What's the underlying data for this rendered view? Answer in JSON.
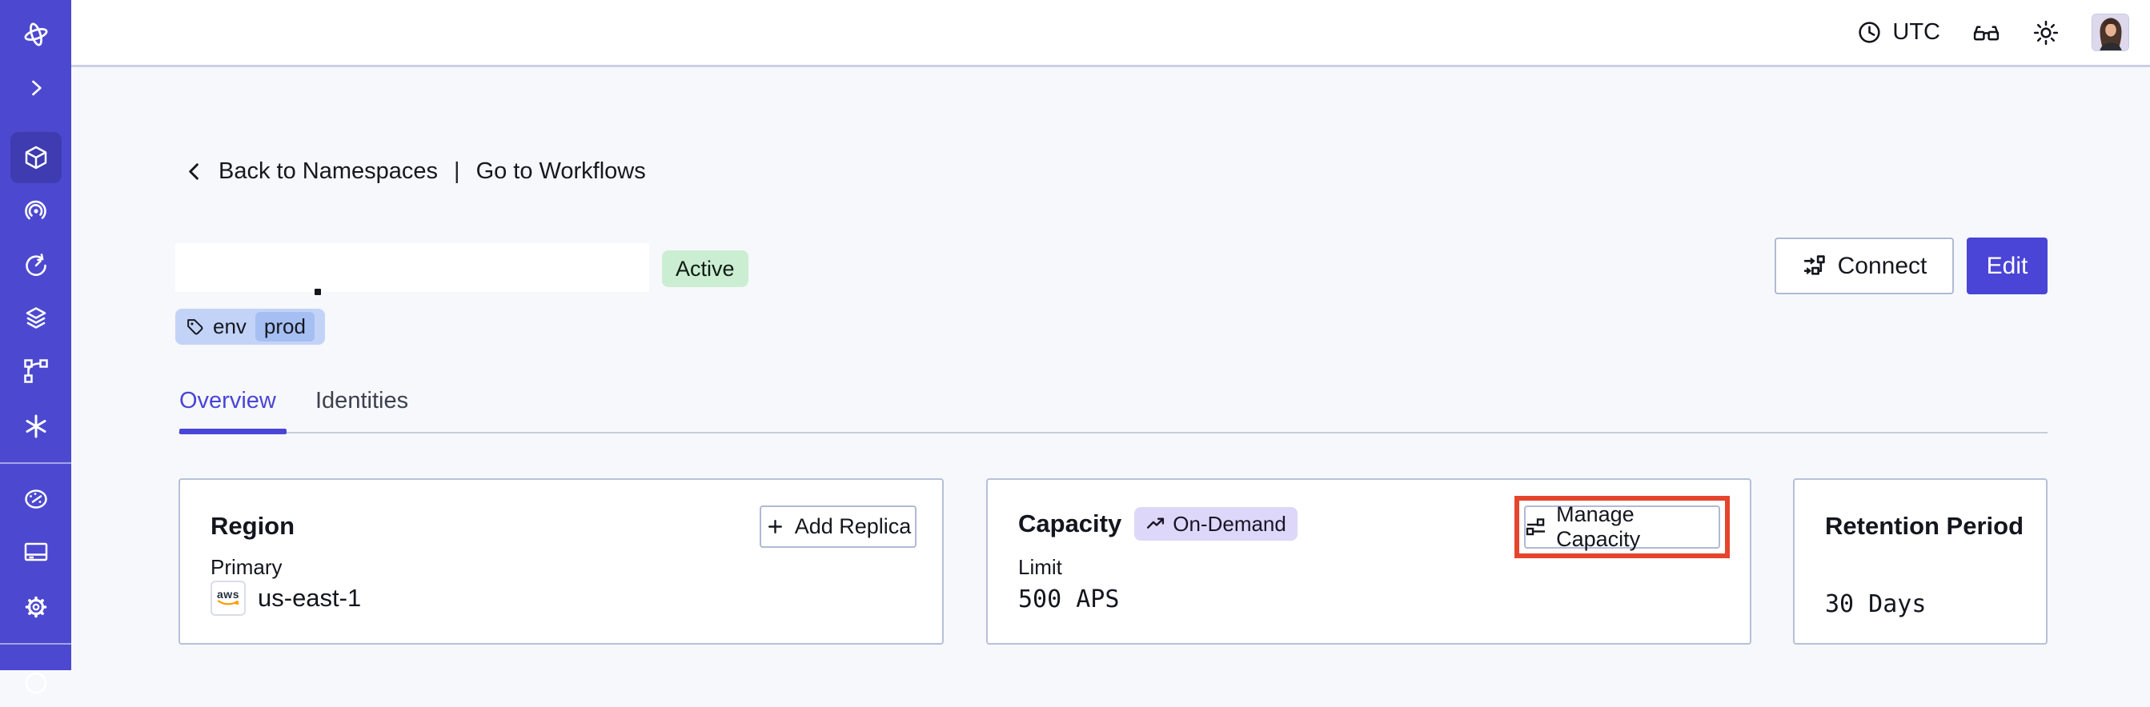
{
  "topbar": {
    "timezone": "UTC",
    "icons": [
      "clock-icon",
      "reader-glasses-icon",
      "light-theme-sun-icon",
      "user-avatar"
    ]
  },
  "sidebar": {
    "icons": [
      "temporal-logo",
      "expand-chevron-icon",
      "namespaces-icon",
      "workflows-icon",
      "schedules-icon",
      "deployments-icon",
      "batch-operations-icon",
      "nexus-icon",
      "usage-icon",
      "billing-icon",
      "settings-icon",
      "support-icon"
    ],
    "active_item": "namespaces"
  },
  "breadcrumb": {
    "back": "Back to Namespaces",
    "separator": "|",
    "forward": "Go to Workflows"
  },
  "namespace": {
    "status": "Active",
    "tag_key": "env",
    "tag_value": "prod",
    "connect": "Connect",
    "edit": "Edit"
  },
  "tabs": [
    {
      "label": "Overview",
      "active": true
    },
    {
      "label": "Identities",
      "active": false
    }
  ],
  "cards": {
    "region": {
      "title": "Region",
      "action": "Add Replica",
      "label": "Primary",
      "provider": "aws",
      "value": "us-east-1"
    },
    "capacity": {
      "title": "Capacity",
      "badge": "On-Demand",
      "action": "Manage Capacity",
      "label": "Limit",
      "value": "500 APS"
    },
    "retention": {
      "title": "Retention Period",
      "value": "30 Days"
    }
  },
  "colors": {
    "accent_indigo": "#4a45d6",
    "sidebar_bg": "#4c49d0",
    "sidebar_active_bg": "#3e3cb0",
    "status_active_bg": "#cbeed2",
    "tag_bg": "#c3d3f8",
    "tag_value_bg": "#a6bff3",
    "on_demand_bg": "#ddd7f9",
    "annotation_red": "#e5452c",
    "card_border": "#b6c0d8",
    "page_bg": "#f7f8fb",
    "aws_orange": "#ff9900"
  }
}
